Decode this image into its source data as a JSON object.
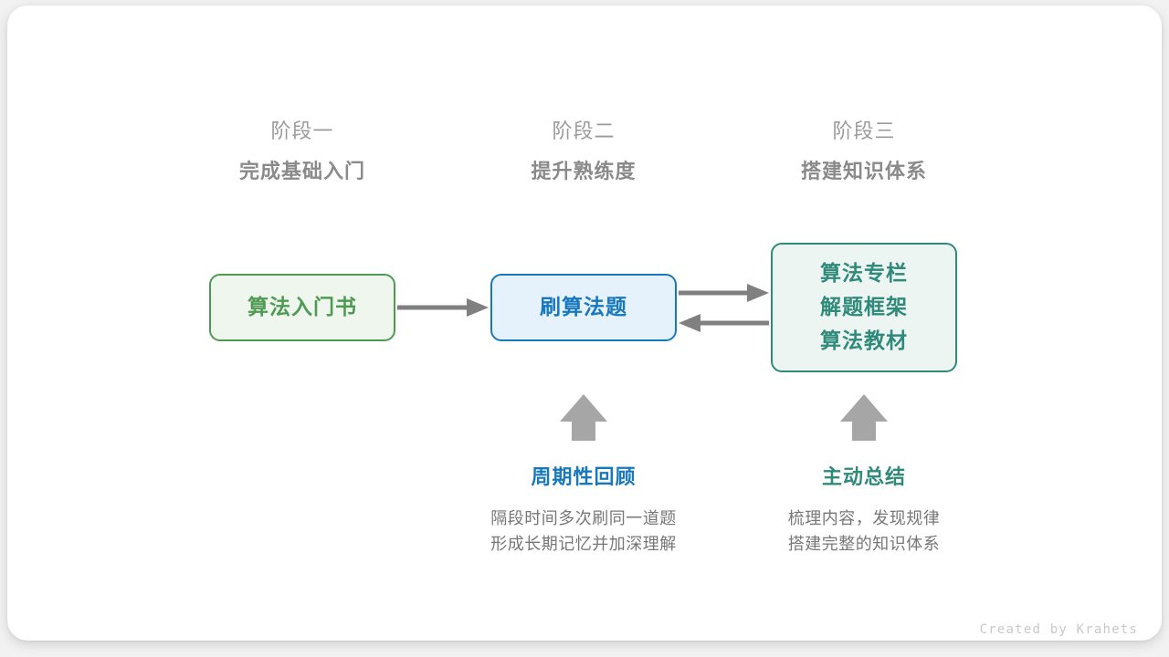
{
  "card": {
    "background": "#ffffff",
    "page_background": "#f2f2f2"
  },
  "phases": [
    {
      "kicker": "阶段一",
      "title": "完成基础入门"
    },
    {
      "kicker": "阶段二",
      "title": "提升熟练度"
    },
    {
      "kicker": "阶段三",
      "title": "搭建知识体系"
    }
  ],
  "nodes": {
    "book": {
      "lines": [
        "算法入门书"
      ],
      "border_color": "#4f9a53",
      "fill_color": "#eff6ee",
      "text_color": "#4f9a53"
    },
    "practice": {
      "lines": [
        "刷算法题"
      ],
      "border_color": "#1878be",
      "fill_color": "#e5f2fb",
      "text_color": "#1878be"
    },
    "knowledge": {
      "lines": [
        "算法专栏",
        "解题框架",
        "算法教材"
      ],
      "border_color": "#2f8a79",
      "fill_color": "#edf5f3",
      "text_color": "#2f8a79"
    }
  },
  "connectors": {
    "color": "#808080",
    "book_to_practice": "arrow-right",
    "practice_to_knowledge": "arrow-right",
    "knowledge_to_practice": "arrow-left",
    "up_arrow_review": "arrow-up",
    "up_arrow_summary": "arrow-up"
  },
  "annotations": [
    {
      "title": "周期性回顾",
      "title_color": "#1878be",
      "desc_line1": "隔段时间多次刷同一道题",
      "desc_line2": "形成长期记忆并加深理解"
    },
    {
      "title": "主动总结",
      "title_color": "#2f8a79",
      "desc_line1": "梳理内容，发现规律",
      "desc_line2": "搭建完整的知识体系"
    }
  ],
  "footer": {
    "credit": "Created by Krahets"
  }
}
